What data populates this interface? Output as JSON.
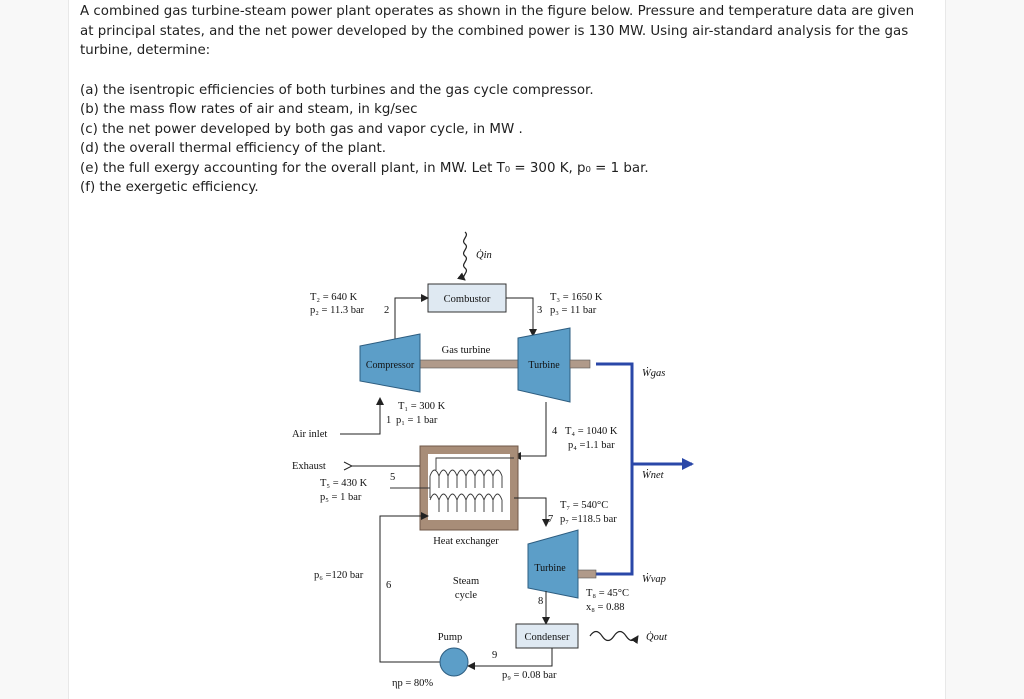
{
  "problem": {
    "intro": "A combined gas turbine-steam power plant operates as shown in the figure below. Pressure and temperature data are given at principal states, and the net power developed by the combined power is 130 MW. Using air-standard analysis for the gas turbine, determine:",
    "parts": [
      "(a) the isentropic efficiencies of both turbines and the gas cycle compressor.",
      "(b) the mass flow rates of air and steam, in kg/sec",
      "(c) the net power developed by both gas and vapor cycle, in MW .",
      "(d) the overall thermal efficiency of the plant.",
      "(e) the full exergy accounting for the overall plant, in MW. Let T₀ = 300 K, p₀ = 1 bar.",
      "(f) the exergetic efficiency."
    ]
  },
  "diagram": {
    "q_in": "Q̇in",
    "combustor": "Combustor",
    "gas_turbine_label": "Gas turbine",
    "compressor": "Compressor",
    "turbine": "Turbine",
    "steam_turbine": "Turbine",
    "w_gas": "Ẇgas",
    "w_net": "Ẇnet",
    "w_vap": "Ẇvap",
    "state2_T": "T₂ = 640 K",
    "state2_p": "p₂ = 11.3  bar",
    "state2_num": "2",
    "state3_T": "T₃ = 1650 K",
    "state3_p": "p₃ = 11 bar",
    "state3_num": "3",
    "state1_T": "T₁ = 300 K",
    "state1_p": "p₁ = 1 bar",
    "state1_num": "1",
    "air_inlet": "Air inlet",
    "state4_T": "T₄ =  1040 K",
    "state4_p": "p₄ =1.1 bar",
    "state4_num": "4",
    "exhaust": "Exhaust",
    "state5_T": "T₅ = 430 K",
    "state5_p": "p₅ = 1 bar",
    "state5_num": "5",
    "heat_exchanger": "Heat exchanger",
    "state7_T": "T₇ = 540°C",
    "state7_p": "p₇ =118.5 bar",
    "state7_num": "7",
    "state6_p": "p₆ =120 bar",
    "state6_num": "6",
    "steam_cycle_1": "Steam",
    "steam_cycle_2": "cycle",
    "state8_T": "T₈ = 45°C",
    "state8_x": "x₈ = 0.88",
    "state8_num": "8",
    "condenser": "Condenser",
    "q_out": "Q̇out",
    "pump": "Pump",
    "state9_num": "9",
    "pump_eff": "ηp = 80%",
    "state9_p": "p₉ = 0.08 bar"
  },
  "colors": {
    "equipment_fill": "#5c9ec8",
    "combustor_fill": "#dfe9f2",
    "shaft_fill": "#b09a8a",
    "heat_exchanger_fill": "#a88d78",
    "power_line": "#2a47a8"
  }
}
